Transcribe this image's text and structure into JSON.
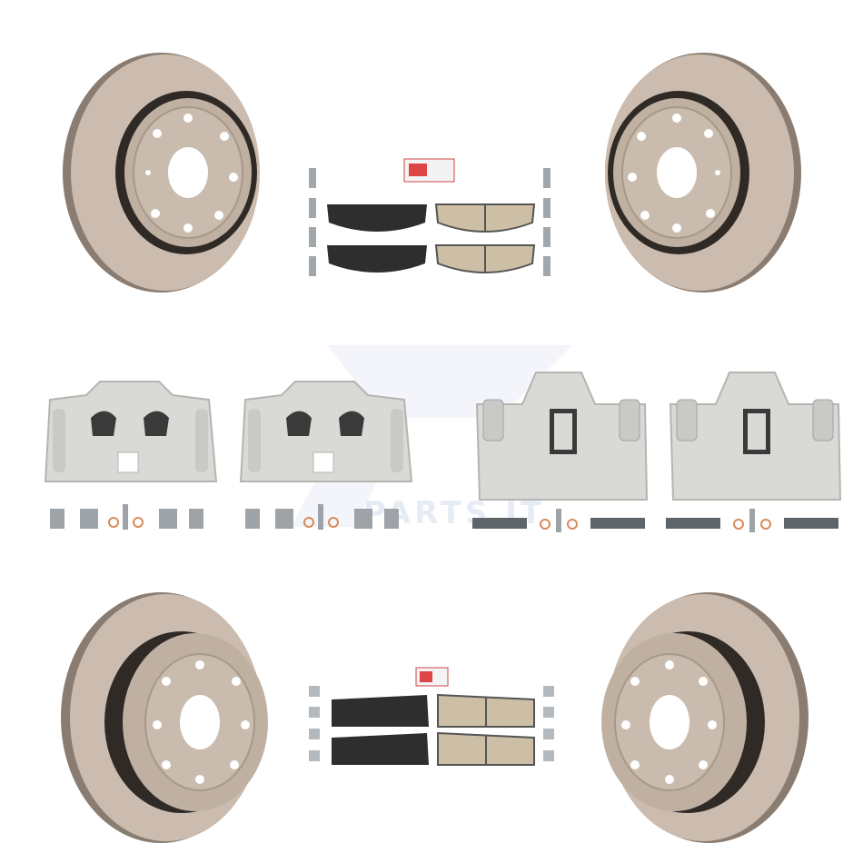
{
  "image": {
    "type": "product-photo",
    "subject": "brake-kit",
    "background": "#ffffff",
    "colors": {
      "rotor_face": "#cbbcaf",
      "rotor_dark": "#8a7c70",
      "rotor_hat": "#bfb0a2",
      "pad_black": "#2e2e2e",
      "pad_ceramic": "#cdbfa6",
      "caliper": "#d9d9d6",
      "caliper_shadow": "#b4b4b0",
      "hardware_silver": "#9ea3a8",
      "washer_copper": "#d98b5a",
      "watermark": "#9fb3df"
    },
    "watermark_text": "PARTS IT"
  },
  "parts": {
    "rotors_top": [
      "rotor-front-left",
      "rotor-front-right"
    ],
    "pads_top": [
      "pad-set-1"
    ],
    "calipers": [
      "caliper-1",
      "caliper-2",
      "caliper-3",
      "caliper-4"
    ],
    "rotors_bottom": [
      "rotor-rear-left",
      "rotor-rear-right"
    ],
    "pads_bottom": [
      "pad-set-2"
    ]
  }
}
